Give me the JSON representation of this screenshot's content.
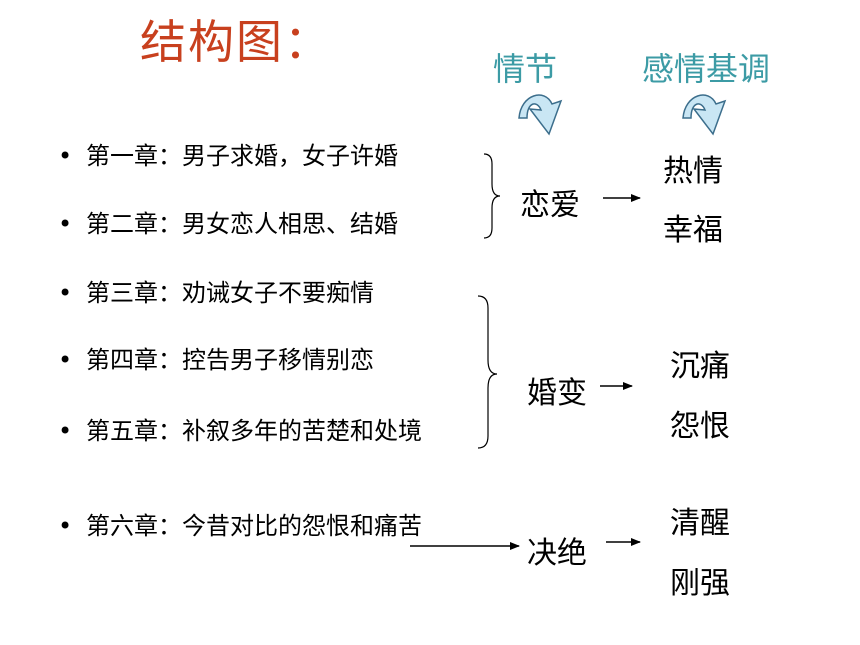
{
  "title": "结构图：",
  "headers": {
    "plot": "情节",
    "tone": "感情基调"
  },
  "chapters": [
    {
      "text": "第一章：男子求婚，女子许婚"
    },
    {
      "text": "第二章：男女恋人相思、结婚"
    },
    {
      "text": "第三章：劝诫女子不要痴情"
    },
    {
      "text": "第四章：控告男子移情别恋"
    },
    {
      "text": "第五章：补叙多年的苦楚和处境"
    },
    {
      "text": "第六章：今昔对比的怨恨和痛苦"
    }
  ],
  "groups": [
    {
      "label": "恋爱",
      "moods": [
        "热情",
        "幸福"
      ]
    },
    {
      "label": "婚变",
      "moods": [
        "沉痛",
        "怨恨"
      ]
    },
    {
      "label": "决绝",
      "moods": [
        "清醒",
        "刚强"
      ]
    }
  ],
  "colors": {
    "title": "#c8401e",
    "header": "#3c9ba5",
    "curved_arrow_fill": "#c9e6f4",
    "curved_arrow_stroke": "#3c6e8c"
  }
}
